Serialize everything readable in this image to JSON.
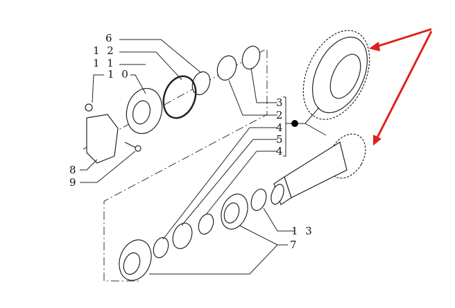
{
  "diagram": {
    "callouts": {
      "c6": "6",
      "c12": "1 2",
      "c11": "1 1",
      "c10": "1 0",
      "c8": "8",
      "c9": "9",
      "c3": "3",
      "c2": "2",
      "c4a": "4",
      "c5": "5",
      "c4b": "4",
      "c13": "1 3",
      "c7": "7"
    },
    "colors": {
      "arrow": "#e0201b",
      "line": "#222222"
    }
  }
}
